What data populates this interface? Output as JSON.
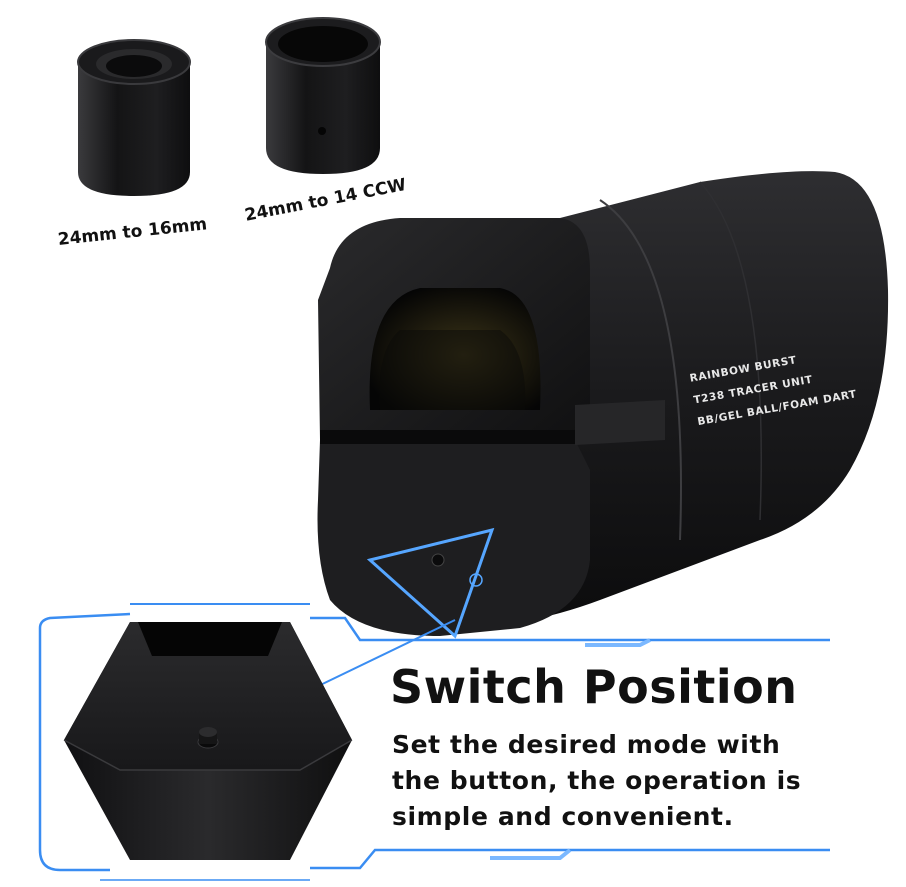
{
  "adapters": [
    {
      "label": "24mm to 16mm"
    },
    {
      "label": "24mm to 14 CCW"
    }
  ],
  "engraving": {
    "line1": "RAINBOW BURST",
    "line2": "T238 TRACER UNIT",
    "line3": "BB/GEL BALL/FOAM DART"
  },
  "feature": {
    "title": "Switch Position",
    "description": "Set the desired mode with the button, the operation is simple and convenient."
  },
  "colors": {
    "accent_blue": "#3a8df2",
    "body_dark": "#1c1c1e",
    "background": "#ffffff"
  }
}
